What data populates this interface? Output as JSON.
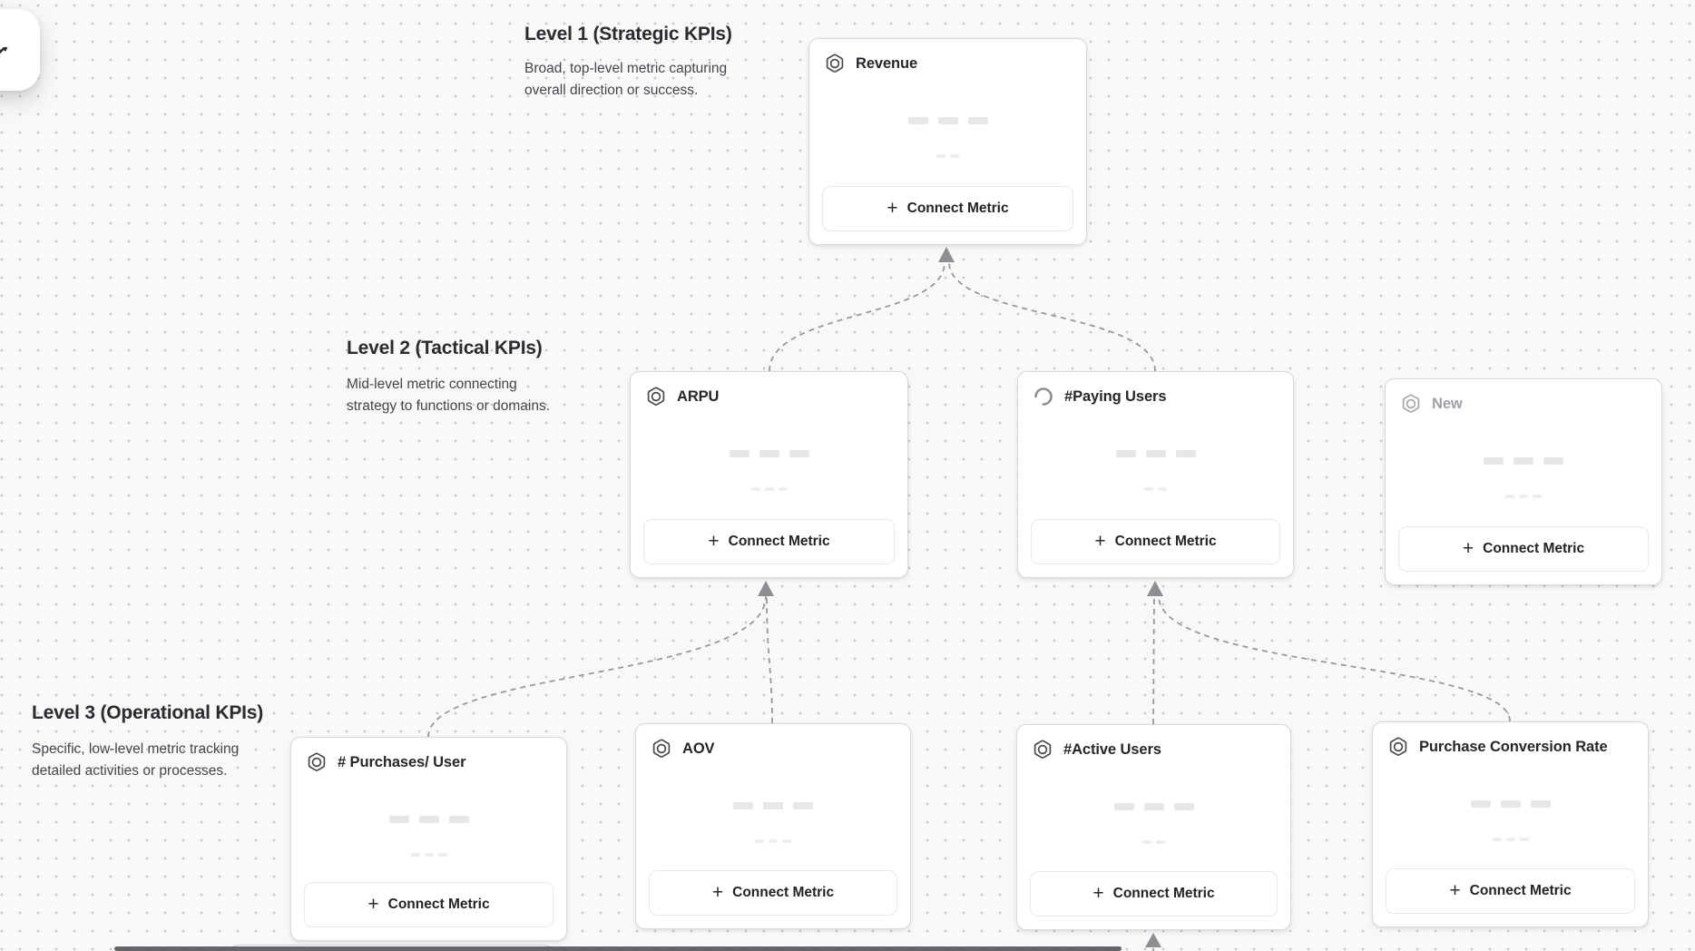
{
  "canvas": {
    "levels": [
      {
        "title": "Level 1 (Strategic KPIs)",
        "description_line1": "Broad, top-level metric capturing",
        "description_line2": "overall direction or success."
      },
      {
        "title": "Level 2 (Tactical KPIs)",
        "description_line1": "Mid-level metric connecting",
        "description_line2": "strategy to functions or domains."
      },
      {
        "title": "Level 3 (Operational KPIs)",
        "description_line1": "Specific, low-level metric tracking",
        "description_line2": "detailed activities or processes."
      }
    ],
    "nodes": [
      {
        "title": "Revenue",
        "icon": "metric-hexagon-icon",
        "state": "default"
      },
      {
        "title": "ARPU",
        "icon": "metric-hexagon-icon",
        "state": "default"
      },
      {
        "title": "#Paying Users",
        "icon": "spinner-icon",
        "state": "loading"
      },
      {
        "title": "New",
        "icon": "metric-hexagon-icon",
        "state": "draft"
      },
      {
        "title": "# Purchases/ User",
        "icon": "metric-hexagon-icon",
        "state": "default"
      },
      {
        "title": "AOV",
        "icon": "metric-hexagon-icon",
        "state": "default"
      },
      {
        "title": "#Active Users",
        "icon": "metric-hexagon-icon",
        "state": "default"
      },
      {
        "title": "Purchase Conversion Rate",
        "icon": "metric-hexagon-icon",
        "state": "default"
      }
    ],
    "connect_metric_label": "Connect Metric",
    "plus_glyph": "+",
    "colors": {
      "background": "#f8f8f9",
      "dot": "#c2c2c6",
      "edge": "#98989d",
      "arrowhead": "#8e8e93",
      "card_border": "#d8d8da",
      "title_text": "#27272b",
      "muted_text": "#9fa0a6"
    }
  }
}
